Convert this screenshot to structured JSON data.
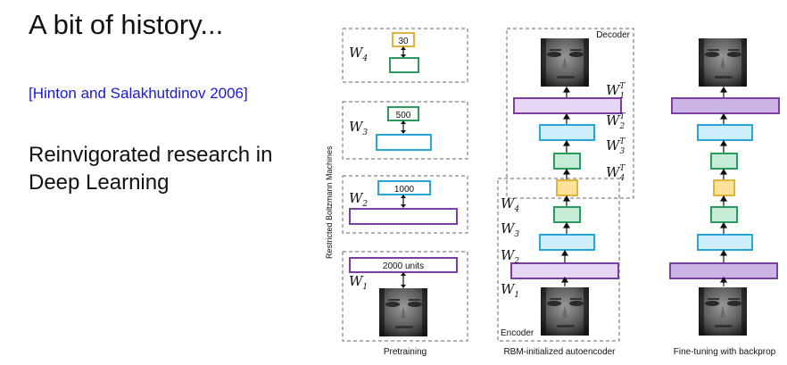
{
  "slide": {
    "title": "A bit of history...",
    "citation": "[Hinton and Salakhutdinov 2006]",
    "body_line1": "Reinvigorated research in",
    "body_line2": "Deep Learning"
  },
  "diagram": {
    "side_label": "Restricted Boltzmann Machines",
    "pretraining": {
      "caption": "Pretraining",
      "w4": "W",
      "w4_sub": "4",
      "units_4": "30",
      "w3": "W",
      "w3_sub": "3",
      "units_3": "500",
      "w2": "W",
      "w2_sub": "2",
      "units_2": "1000",
      "w1": "W",
      "w1_sub": "1",
      "units_1": "2000 units"
    },
    "autoencoder": {
      "caption": "RBM-initialized autoencoder",
      "decoder_label": "Decoder",
      "encoder_label": "Encoder",
      "dec_w1": "W",
      "dec_w1_sub": "1",
      "dec_w1_sup": "T",
      "dec_w2": "W",
      "dec_w2_sub": "2",
      "dec_w2_sup": "T",
      "dec_w3": "W",
      "dec_w3_sub": "3",
      "dec_w3_sup": "T",
      "dec_w4": "W",
      "dec_w4_sub": "4",
      "dec_w4_sup": "T",
      "enc_w4": "W",
      "enc_w4_sub": "4",
      "enc_w3": "W",
      "enc_w3_sub": "3",
      "enc_w2": "W",
      "enc_w2_sub": "2",
      "enc_w1": "W",
      "enc_w1_sub": "1"
    },
    "finetune": {
      "caption": "Fine-tuning with backprop"
    },
    "colors": {
      "purple": "#7b3fa0",
      "purple_fill": "#e6d6f3",
      "purple_fill_dark": "#cdb4e6",
      "blue": "#27a7d8",
      "blue_fill": "#cfeefb",
      "green": "#2c9a5c",
      "green_fill": "#c6ecd7",
      "gold": "#e0b43a",
      "gold_fill": "#fbe49a",
      "dash": "#666666"
    }
  }
}
